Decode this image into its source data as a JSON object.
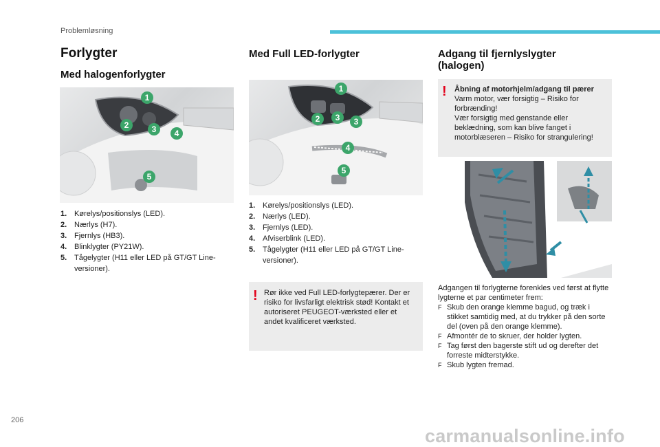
{
  "header": {
    "section": "Problemløsning"
  },
  "page_number": "206",
  "watermark": "carmanualsonline.info",
  "col1": {
    "title": "Forlygter",
    "subtitle": "Med halogenforlygter",
    "callouts": [
      "1",
      "2",
      "3",
      "4",
      "5"
    ],
    "items": [
      {
        "num": "1.",
        "text": "Kørelys/positionslys (LED)."
      },
      {
        "num": "2.",
        "text": "Nærlys (H7)."
      },
      {
        "num": "3.",
        "text": "Fjernlys (HB3)."
      },
      {
        "num": "4.",
        "text": "Blinklygter (PY21W)."
      },
      {
        "num": "5.",
        "text": "Tågelygter (H11 eller LED på GT/GT Line-versioner)."
      }
    ]
  },
  "col2": {
    "title": "Med Full LED-forlygter",
    "callouts": [
      "1",
      "2",
      "3",
      "3",
      "4",
      "5"
    ],
    "items": [
      {
        "num": "1.",
        "text": "Kørelys/positionslys (LED)."
      },
      {
        "num": "2.",
        "text": "Nærlys (LED)."
      },
      {
        "num": "3.",
        "text": "Fjernlys (LED)."
      },
      {
        "num": "4.",
        "text": "Afviserblink (LED)."
      },
      {
        "num": "5.",
        "text": "Tågelygter (H11 eller LED på GT/GT Line-versioner)."
      }
    ],
    "warning": {
      "symbol": "!",
      "text": "Rør ikke ved Full LED-forlygtepærer. Der er risiko for livsfarligt elektrisk stød! Kontakt et autoriseret PEUGEOT-værksted eller et andet kvalificeret værksted."
    }
  },
  "col3": {
    "title": "Adgang til fjernlyslygter (halogen)",
    "warning": {
      "symbol": "!",
      "title": "Åbning af motorhjelm/adgang til pærer",
      "lines": [
        "Varm motor, vær forsigtig – Risiko for forbrænding!",
        "Vær forsigtig med genstande eller beklædning, som kan blive fanget i motorblæseren – Risiko for strangulering!"
      ]
    },
    "intro": "Adgangen til forlygterne forenkles ved først at flytte lygterne et par centimeter frem:",
    "bullet_symbol": "F",
    "steps": [
      "Skub den orange klemme bagud, og træk i stikket samtidig med, at du trykker på den sorte del (oven på den orange klemme).",
      "Afmontér de to skruer, der holder lygten.",
      "Tag først den bagerste stift ud og derefter det forreste midterstykke.",
      "Skub lygten fremad."
    ]
  }
}
